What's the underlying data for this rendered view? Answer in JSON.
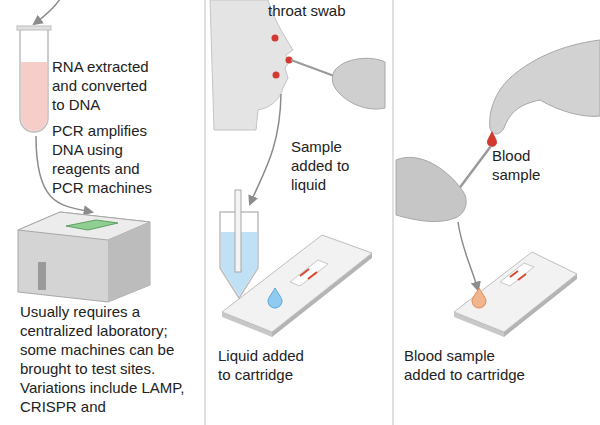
{
  "diagram": {
    "labels": [
      "throat swab",
      "RNA extracted and converted to DNA",
      "PCR amplifies DNA using reagents and PCR machines",
      "Sample added to liquid",
      "Blood sample",
      "Usually requires a centralized laboratory; some machines can be brought to test sites. Variations include LAMP, CRISPR and",
      "Liquid added to cartridge",
      "Blood sample added to cartridge"
    ]
  }
}
